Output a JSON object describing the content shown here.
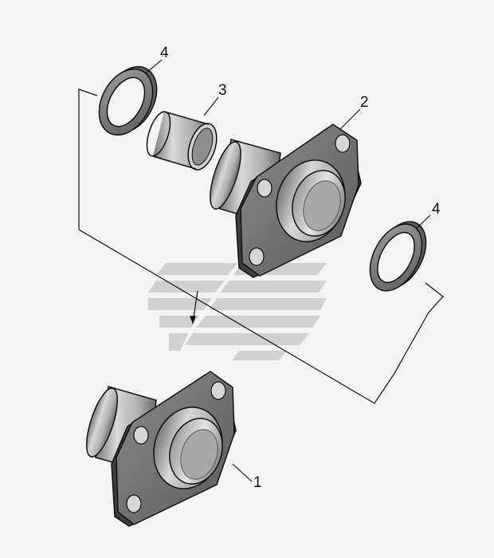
{
  "diagram": {
    "callouts": {
      "part1": "1",
      "part2": "2",
      "part3": "3",
      "part4_left": "4",
      "part4_right": "4"
    }
  },
  "colors": {
    "background": "#f4f4f4",
    "metal_light": "#c8c8c8",
    "metal_dark": "#6e6e6e",
    "outline": "#111111",
    "watermark": "#b4b4b4"
  }
}
